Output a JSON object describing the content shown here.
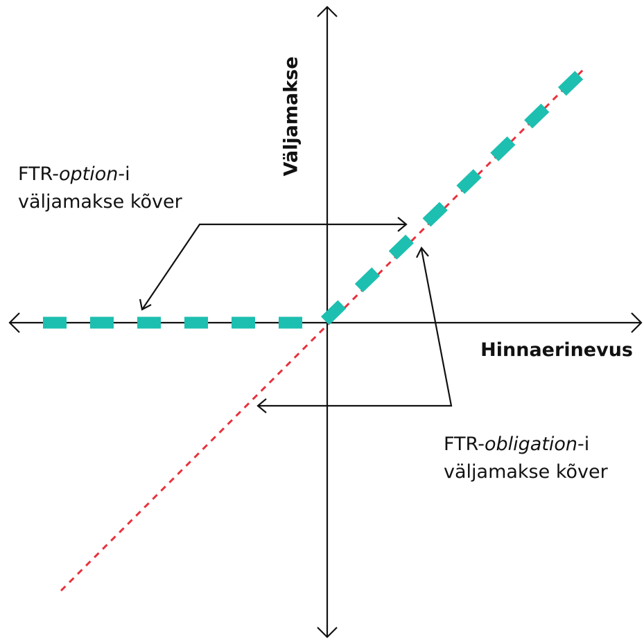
{
  "axes": {
    "x_label": "Hinnaerinevus",
    "y_label": "Väljamakse"
  },
  "annotations": {
    "option": {
      "prefix": "FTR-",
      "emph": "option",
      "suffix": "-i",
      "line2": "väljamakse kõver"
    },
    "obligation": {
      "prefix": "FTR-",
      "emph": "obligation",
      "suffix": "-i",
      "line2": "väljamakse kõver"
    }
  },
  "colors": {
    "axis": "#111111",
    "option_curve": "#1dbfb0",
    "obligation_curve": "#e8313c",
    "arrow": "#111111"
  }
}
